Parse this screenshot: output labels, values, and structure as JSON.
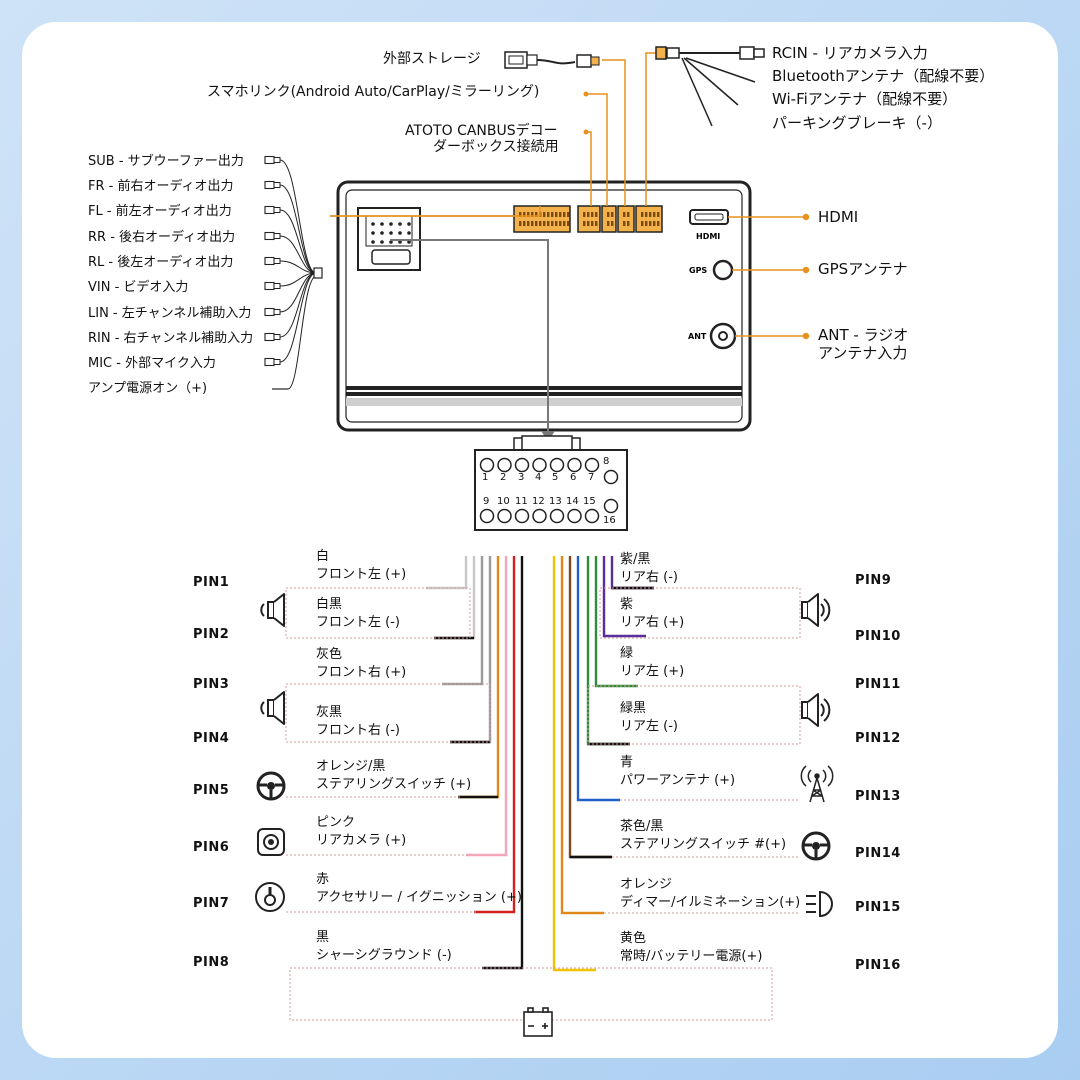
{
  "accent_color": "#e8911c",
  "top_labels": {
    "storage": "外部ストレージ",
    "smartlink": "スマホリンク(Android Auto/CarPlay/ミラーリング)",
    "canbus_line1": "ATOTO CANBUSデコー",
    "canbus_line2": "ダーボックス接続用"
  },
  "top_right_labels": [
    "RCIN - リアカメラ入力",
    "Bluetoothアンテナ（配線不要）",
    "Wi-Fiアンテナ（配線不要）",
    "パーキングブレーキ（-）"
  ],
  "left_rca_labels": [
    "SUB - サブウーファー出力",
    "FR - 前右オーディオ出力",
    "FL - 前左オーディオ出力",
    "RR - 後右オーディオ出力",
    "RL - 後左オーディオ出力",
    "VIN - ビデオ入力",
    "LIN - 左チャンネル補助入力",
    "RIN - 右チャンネル補助入力",
    "MIC - 外部マイク入力",
    "アンプ電源オン（+)"
  ],
  "right_labels": {
    "hdmi": "HDMI",
    "gps": "GPSアンテナ",
    "ant_line1": "ANT - ラジオ",
    "ant_line2": "アンテナ入力"
  },
  "unit_labels": {
    "hdmi": "HDMI",
    "gps": "GPS",
    "ant": "ANT"
  },
  "connector": {
    "top_numbers": [
      "1",
      "2",
      "3",
      "4",
      "5",
      "6",
      "7",
      "8"
    ],
    "bottom_numbers": [
      "9",
      "10",
      "11",
      "12",
      "13",
      "14",
      "15",
      "16"
    ]
  },
  "pins_left": [
    {
      "pin": "PIN1",
      "color_name": "白",
      "function": "フロント左 (+)",
      "wire": "#e0e0e0",
      "stripe": ""
    },
    {
      "pin": "PIN2",
      "color_name": "白黒",
      "function": "フロント左 (-)",
      "wire": "#e0e0e0",
      "stripe": "#111111"
    },
    {
      "pin": "PIN3",
      "color_name": "灰色",
      "function": "フロント右 (+)",
      "wire": "#9a9a9a",
      "stripe": ""
    },
    {
      "pin": "PIN4",
      "color_name": "灰黒",
      "function": "フロント右 (-)",
      "wire": "#9a9a9a",
      "stripe": "#111111"
    },
    {
      "pin": "PIN5",
      "color_name": "オレンジ/黒",
      "function": "ステアリングスイッチ (+)",
      "wire": "#e0891a",
      "stripe": "#111111"
    },
    {
      "pin": "PIN6",
      "color_name": "ピンク",
      "function": "リアカメラ (+)",
      "wire": "#f2a6b8",
      "stripe": ""
    },
    {
      "pin": "PIN7",
      "color_name": "赤",
      "function": "アクセサリー / イグニッション (+)",
      "wire": "#d62020",
      "stripe": ""
    },
    {
      "pin": "PIN8",
      "color_name": "黒",
      "function": "シャーシグラウンド (-)",
      "wire": "#111111",
      "stripe": ""
    }
  ],
  "pins_right": [
    {
      "pin": "PIN9",
      "color_name": "紫/黒",
      "function": "リア右 (-)",
      "wire": "#5b2c9c",
      "stripe": "#111111"
    },
    {
      "pin": "PIN10",
      "color_name": "紫",
      "function": "リア右 (+)",
      "wire": "#5b2c9c",
      "stripe": ""
    },
    {
      "pin": "PIN11",
      "color_name": "緑",
      "function": "リア左 (+)",
      "wire": "#2e8b3a",
      "stripe": ""
    },
    {
      "pin": "PIN12",
      "color_name": "緑黒",
      "function": "リア左 (-)",
      "wire": "#2e8b3a",
      "stripe": "#111111"
    },
    {
      "pin": "PIN13",
      "color_name": "青",
      "function": "パワーアンテナ (+)",
      "wire": "#2060c8",
      "stripe": ""
    },
    {
      "pin": "PIN14",
      "color_name": "茶色/黒",
      "function": "ステアリングスイッチ #(+)",
      "wire": "#7a4a1c",
      "stripe": "#111111"
    },
    {
      "pin": "PIN15",
      "color_name": "オレンジ",
      "function": "ディマー/イルミネーション(+)",
      "wire": "#e0891a",
      "stripe": ""
    },
    {
      "pin": "PIN16",
      "color_name": "黄色",
      "function": "常時/バッテリー電源(+)",
      "wire": "#f2c200",
      "stripe": ""
    }
  ],
  "icons": {
    "speaker_left": "speaker-icon",
    "speaker_right": "speaker-icon",
    "steering": "steering-wheel-icon",
    "camera": "rear-camera-icon",
    "ignition": "ignition-key-icon",
    "antenna": "antenna-icon",
    "light": "headlight-icon",
    "battery": "battery-icon"
  }
}
